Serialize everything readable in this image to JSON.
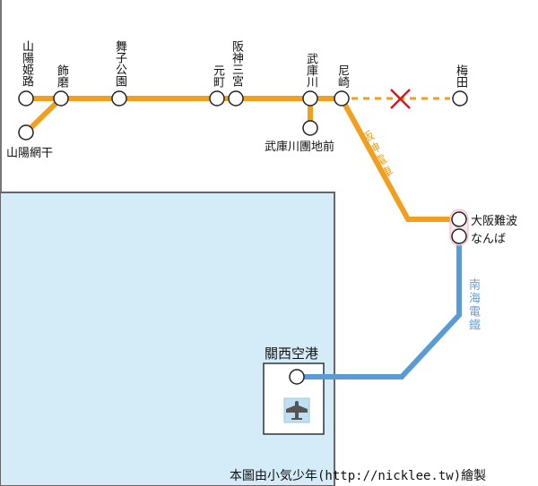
{
  "colors": {
    "hanshin": "#f0a01e",
    "nankai": "#5b9bd5",
    "sea": "#d4ebf8",
    "closed": "#e0141e"
  },
  "stations": {
    "sanyo_himeji": "山陽姫路",
    "shikama": "飾磨",
    "maiko_koen": "舞子公園",
    "motomachi": "元町",
    "hanshin_sannomiya": "阪神三宮",
    "mukogawa": "武庫川",
    "amagasaki": "尼崎",
    "umeda": "梅田",
    "sanyo_aboshi": "山陽網干",
    "mukogawa_danchimae": "武庫川團地前",
    "osaka_namba": "大阪難波",
    "namba": "なんば",
    "kansai_airport": "關西空港"
  },
  "lines": {
    "hanshin": "阪神電車",
    "nankai": "南海電鐵"
  },
  "icons": {
    "closed": "x-mark-icon",
    "airport": "airplane-icon"
  },
  "footer": "本圖由小気少年(http://nicklee.tw)繪製"
}
